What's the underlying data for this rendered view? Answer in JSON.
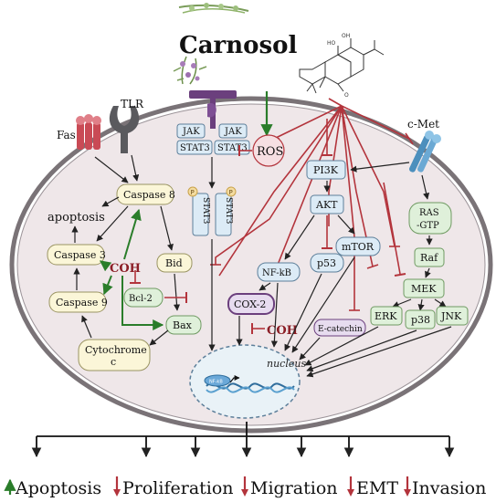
{
  "title": "Carnosol",
  "receptors": {
    "fas": "Fas",
    "tlr": "TLR",
    "cmet": "c-Met"
  },
  "jak_stat": {
    "jak_left": "JAK",
    "jak_right": "JAK",
    "stat3_left": "STAT3",
    "stat3_right": "STAT3",
    "stat3_dimer_a": "STAT3",
    "stat3_dimer_b": "STAT3",
    "phos": "P"
  },
  "ros": "ROS",
  "apoptosis_pathway": {
    "label": "apoptosis",
    "caspase8": "Caspase 8",
    "caspase3": "Caspase 3",
    "caspase9": "Caspase 9",
    "bid": "Bid",
    "bcl2": "Bcl-2",
    "bax": "Bax",
    "cytochrome_line1": "Cytochrome",
    "cytochrome_line2": "c",
    "coh": "COH"
  },
  "survival_pathway": {
    "pi3k": "PI3K",
    "akt": "AKT",
    "mtor": "mTOR",
    "p53": "p53",
    "nfkb": "NF-kB",
    "cox2": "COX-2",
    "coh": "COH",
    "ecatechin": "E-catechin"
  },
  "mapk_pathway": {
    "ras_line1": "RAS",
    "ras_line2": "-GTP",
    "raf": "Raf",
    "mek": "MEK",
    "erk": "ERK",
    "p38": "p38",
    "jnk": "JNK"
  },
  "nucleus": {
    "label": "nucleus",
    "nfkb_small": "NF-kB"
  },
  "outcomes": [
    {
      "direction": "up",
      "label": "Apoptosis"
    },
    {
      "direction": "down",
      "label": "Proliferation"
    },
    {
      "direction": "down",
      "label": "Migration"
    },
    {
      "direction": "down",
      "label": "EMT"
    },
    {
      "direction": "down",
      "label": "Invasion"
    }
  ],
  "colors": {
    "cell_fill": "#efe7e9",
    "membrane": "#7a7377",
    "activation": "#2a7d2a",
    "inhibition": "#b3343c",
    "arrow": "#222222",
    "yellow_box": "#fbf6d8",
    "blue_box": "#dcebf6",
    "green_box": "#dff0da",
    "purple_box": "#e7dcef",
    "nucleus_fill": "#e9f2f7"
  }
}
